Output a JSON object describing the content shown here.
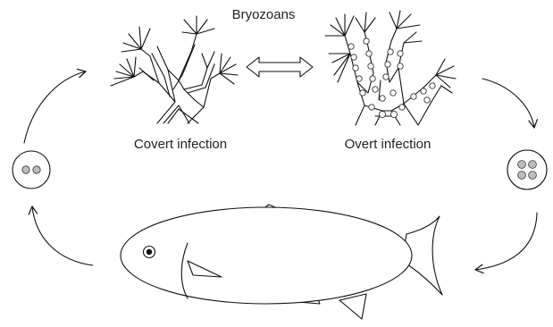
{
  "labels": {
    "title": "Bryozoans",
    "covert": "Covert infection",
    "overt": "Overt infection"
  },
  "colors": {
    "line": "#111111",
    "spore_fill": "#bdbdbd",
    "background": "#ffffff"
  }
}
